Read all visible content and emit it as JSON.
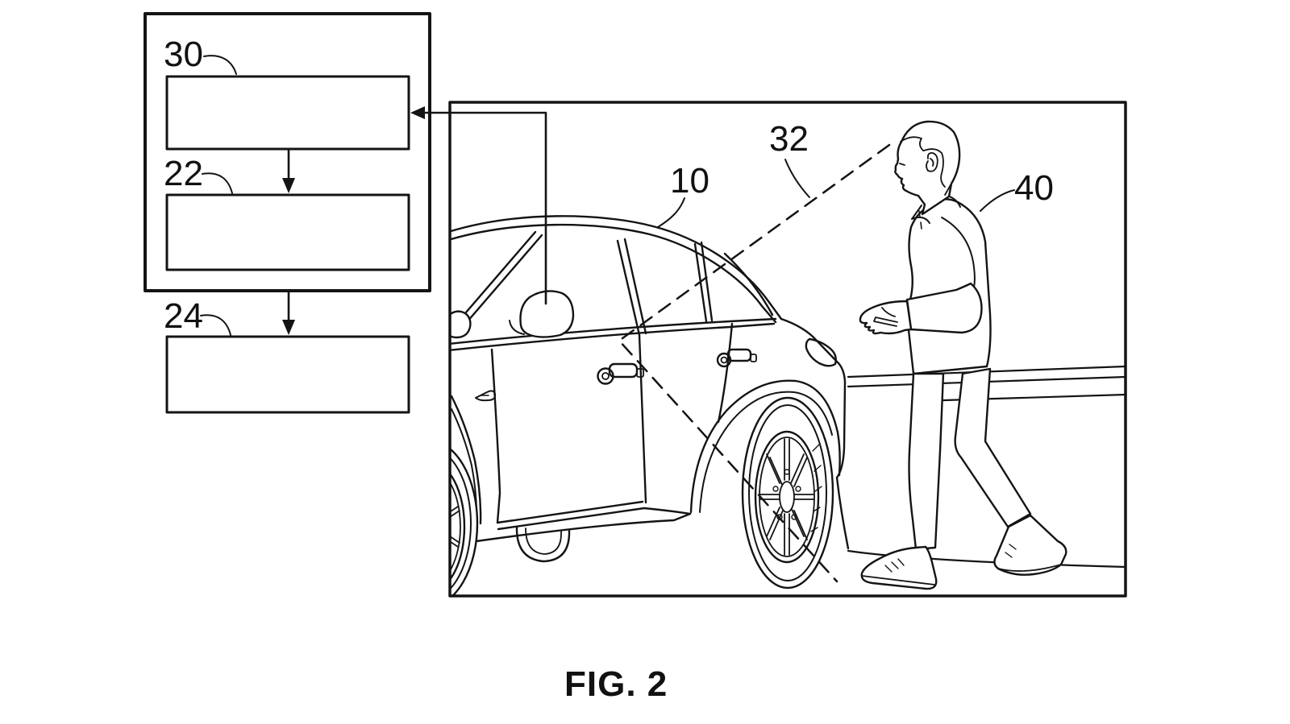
{
  "figure_caption": "FIG. 2",
  "colors": {
    "ink": "#141414",
    "paper": "#ffffff"
  },
  "block_diagram": {
    "boxes": [
      {
        "id": "box-30",
        "label": "30"
      },
      {
        "id": "box-22",
        "label": "22"
      },
      {
        "id": "box-24",
        "label": "24"
      }
    ]
  },
  "scene": {
    "reference_labels": [
      {
        "id": "ref-10",
        "label": "10",
        "target": "vehicle"
      },
      {
        "id": "ref-32",
        "label": "32",
        "target": "sight-line"
      },
      {
        "id": "ref-40",
        "label": "40",
        "target": "person"
      }
    ]
  }
}
